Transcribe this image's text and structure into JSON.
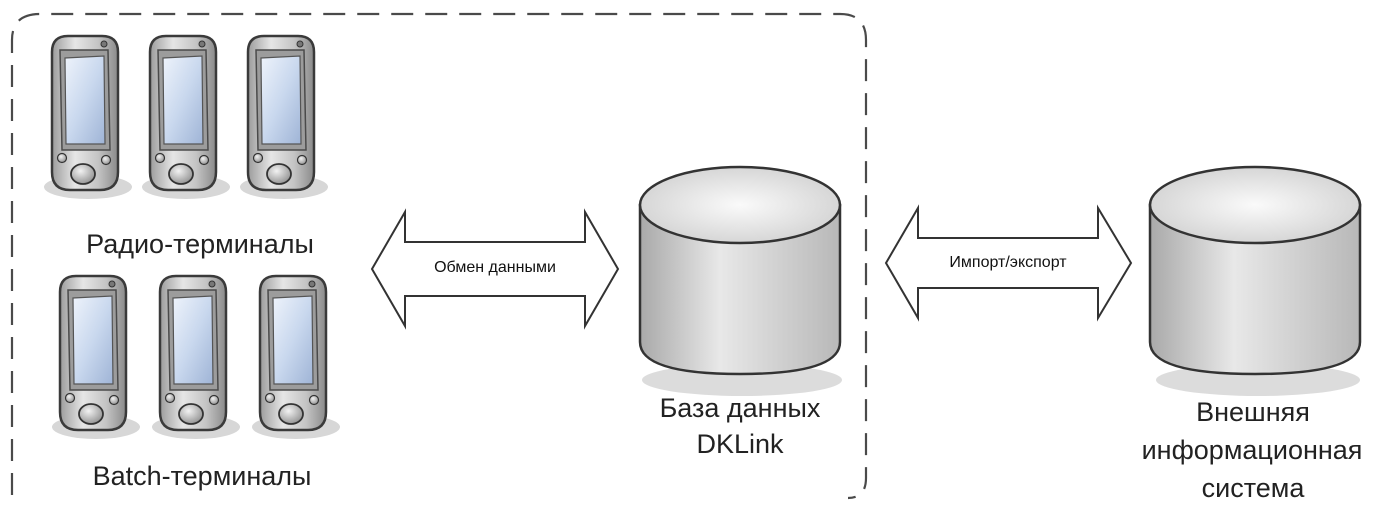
{
  "groups": {
    "radio_label": "Радио-терминалы",
    "batch_label": "Batch-терминалы"
  },
  "arrows": {
    "exchange_label": "Обмен данными",
    "import_export_label": "Импорт/экспорт"
  },
  "database": {
    "line1": "База данных",
    "line2": "DKLink"
  },
  "external_system": {
    "line1": "Внешняя",
    "line2": "информационная",
    "line3": "система"
  },
  "colors": {
    "dash": "#4a4a4a",
    "device_body": "#c9c9c9",
    "screen": "#c8d6ea",
    "cylinder": "#d6d6d6",
    "arrow_fill": "#ffffff"
  }
}
